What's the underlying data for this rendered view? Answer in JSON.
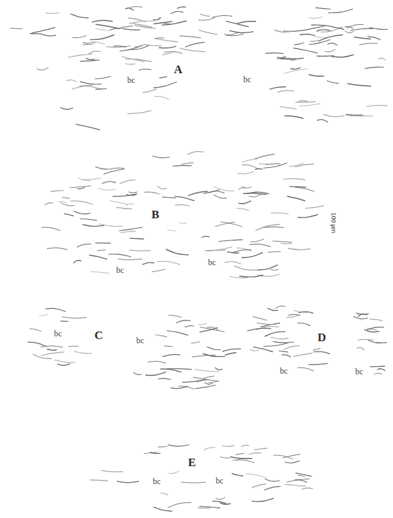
{
  "diagram": {
    "labels": [
      "A",
      "bc",
      "bc",
      "B",
      "100 µm",
      "bc",
      "bc",
      "C",
      "bc",
      "bc",
      "D",
      "bc",
      "bc",
      "E",
      "bc",
      "bc"
    ]
  }
}
